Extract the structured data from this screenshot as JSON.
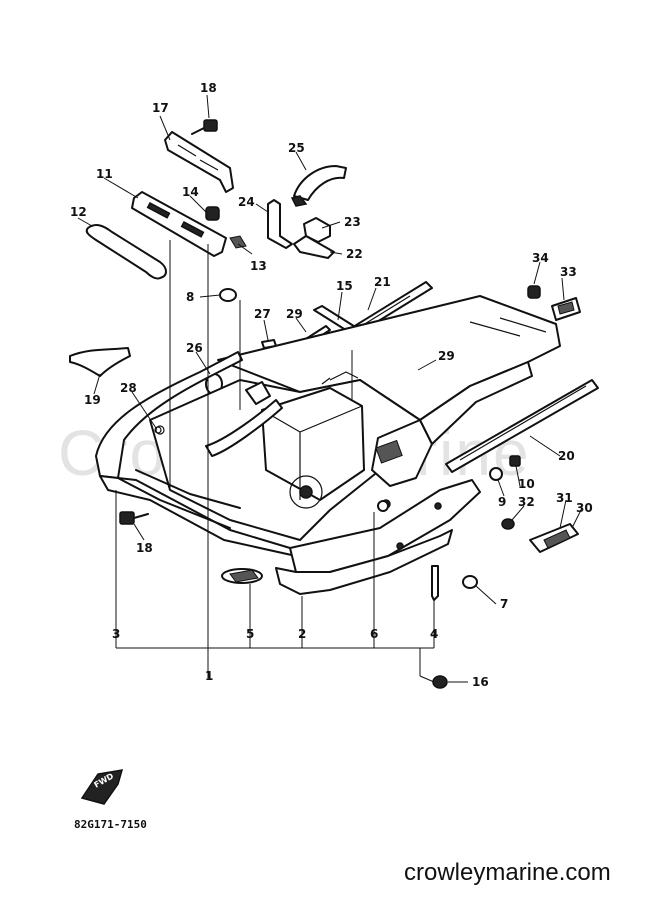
{
  "watermark": "Crowley Marine",
  "drawing_code": "82G171-7150",
  "website": "crowleymarine.com",
  "fwd_label": "FWD",
  "callouts": {
    "c1": "1",
    "c2": "2",
    "c3": "3",
    "c4": "4",
    "c5": "5",
    "c6": "6",
    "c7": "7",
    "c8": "8",
    "c9": "9",
    "c10": "10",
    "c11": "11",
    "c12": "12",
    "c13": "13",
    "c14": "14",
    "c15": "15",
    "c16": "16",
    "c17": "17",
    "c18a": "18",
    "c18b": "18",
    "c19": "19",
    "c20": "20",
    "c21": "21",
    "c22": "22",
    "c23": "23",
    "c24": "24",
    "c25": "25",
    "c26": "26",
    "c27": "27",
    "c28": "28",
    "c29a": "29",
    "c29b": "29",
    "c30": "30",
    "c31": "31",
    "c32": "32",
    "c33": "33",
    "c34": "34"
  }
}
